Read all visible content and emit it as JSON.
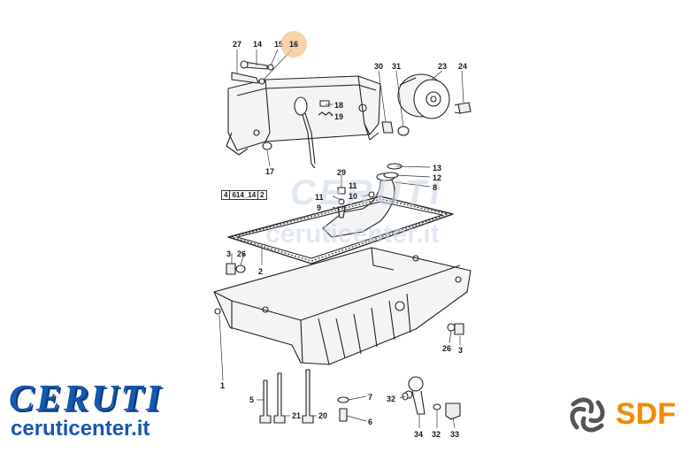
{
  "watermark": {
    "line1": "CERUTI",
    "line2": "ceruticenter.it"
  },
  "branding": {
    "left_logo": "CERUTI",
    "left_url": "ceruticenter.it",
    "right_logo": "SDF",
    "accent_blue": "#1558b0",
    "accent_orange": "#f08a00"
  },
  "reference_box": [
    "4",
    "614_14",
    "2"
  ],
  "highlight_color": "#f5c38e",
  "callouts": [
    {
      "id": "27",
      "label": "27"
    },
    {
      "id": "14",
      "label": "14"
    },
    {
      "id": "15",
      "label": "15"
    },
    {
      "id": "16",
      "label": "16",
      "highlighted": true
    },
    {
      "id": "30",
      "label": "30"
    },
    {
      "id": "31",
      "label": "31"
    },
    {
      "id": "23",
      "label": "23"
    },
    {
      "id": "24",
      "label": "24"
    },
    {
      "id": "18",
      "label": "18"
    },
    {
      "id": "19",
      "label": "19"
    },
    {
      "id": "17",
      "label": "17"
    },
    {
      "id": "13",
      "label": "13"
    },
    {
      "id": "12",
      "label": "12"
    },
    {
      "id": "8",
      "label": "8"
    },
    {
      "id": "29",
      "label": "29"
    },
    {
      "id": "11a",
      "label": "11"
    },
    {
      "id": "11b",
      "label": "11"
    },
    {
      "id": "10",
      "label": "10"
    },
    {
      "id": "9",
      "label": "9"
    },
    {
      "id": "3a",
      "label": "3"
    },
    {
      "id": "26a",
      "label": "26"
    },
    {
      "id": "2",
      "label": "2"
    },
    {
      "id": "26b",
      "label": "26"
    },
    {
      "id": "3b",
      "label": "3"
    },
    {
      "id": "1",
      "label": "1"
    },
    {
      "id": "5",
      "label": "5"
    },
    {
      "id": "21",
      "label": "21"
    },
    {
      "id": "20",
      "label": "20"
    },
    {
      "id": "7",
      "label": "7"
    },
    {
      "id": "6",
      "label": "6"
    },
    {
      "id": "32a",
      "label": "32"
    },
    {
      "id": "34",
      "label": "34"
    },
    {
      "id": "32b",
      "label": "32"
    },
    {
      "id": "33",
      "label": "33"
    }
  ]
}
